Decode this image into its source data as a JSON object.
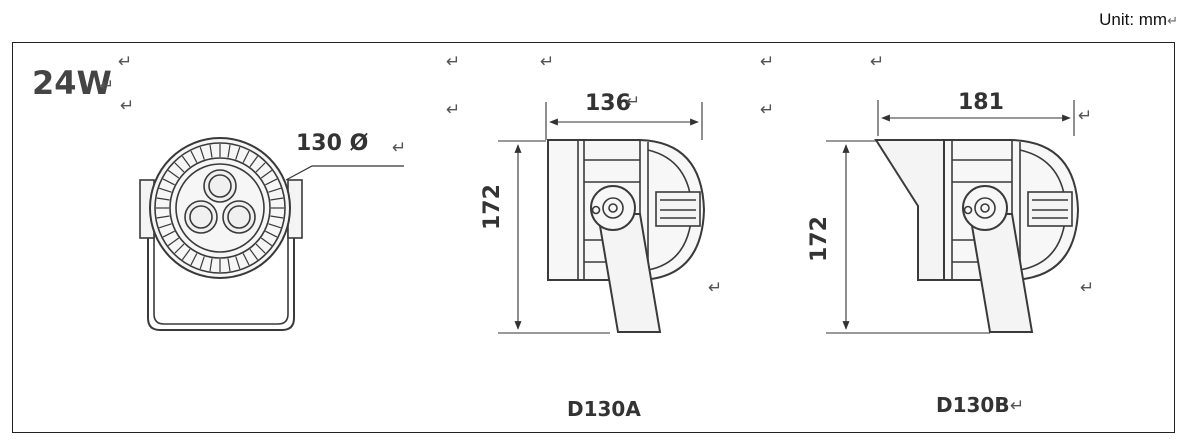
{
  "unit_label": "Unit: mm",
  "power_label": "24W",
  "front_view": {
    "diameter_label": "130 Ø"
  },
  "model_a": {
    "width_label": "136",
    "height_label": "172",
    "model_label": "D130A"
  },
  "model_b": {
    "width_label": "181",
    "height_label": "172",
    "model_label": "D130B"
  },
  "return_glyph": "↵",
  "colors": {
    "line": "#3a3a3a",
    "fill": "#f4f4f4",
    "frame": "#222222"
  }
}
